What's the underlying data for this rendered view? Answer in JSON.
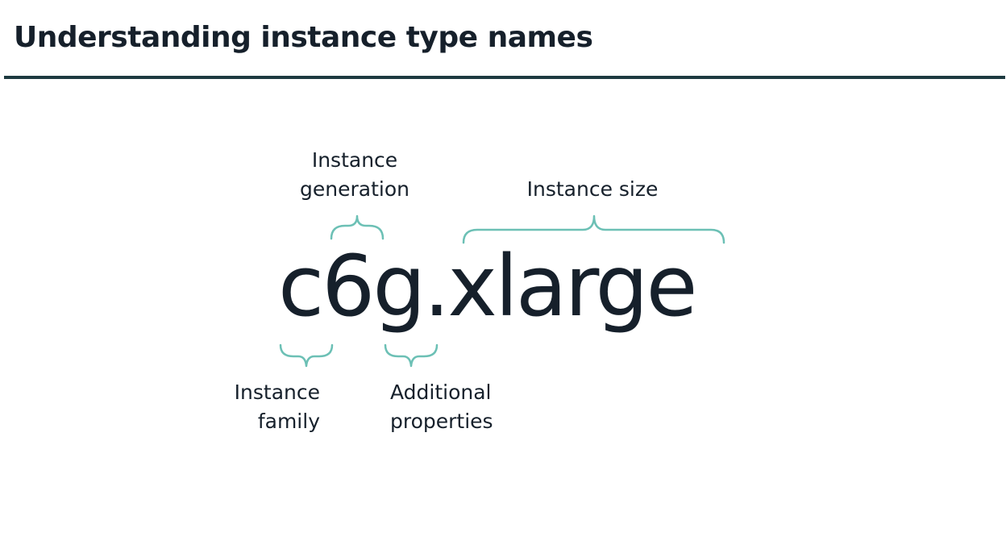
{
  "title": "Understanding instance type names",
  "example": "c6g.xlarge",
  "labels": {
    "generation": [
      "Instance",
      "generation"
    ],
    "size": [
      "Instance size"
    ],
    "family": [
      "Instance",
      "family"
    ],
    "properties": [
      "Additional",
      "properties"
    ]
  },
  "colors": {
    "text": "#16202b",
    "rule": "#1d3a40",
    "brace": "#6cc0b5"
  }
}
